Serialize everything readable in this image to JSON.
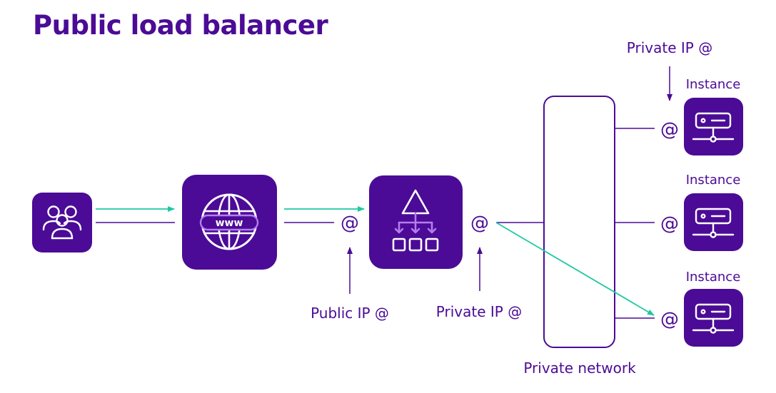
{
  "title": "Public load balancer",
  "labels": {
    "private_ip_top": "Private IP @",
    "public_ip": "Public IP @",
    "private_ip_lb": "Private IP @",
    "private_network": "Private network",
    "at": "@"
  },
  "instances": [
    {
      "label": "Instance"
    },
    {
      "label": "Instance"
    },
    {
      "label": "Instance"
    }
  ],
  "icons": {
    "users": "users-icon",
    "internet": "globe-www-icon",
    "load_balancer": "load-balancer-icon",
    "instance": "server-icon"
  },
  "colors": {
    "primary": "#4b0b96",
    "tile": "#4b0b96",
    "flow_arrow": "#1ec8a0",
    "icon_light": "#ffffff",
    "icon_accent": "#b57cf0"
  }
}
